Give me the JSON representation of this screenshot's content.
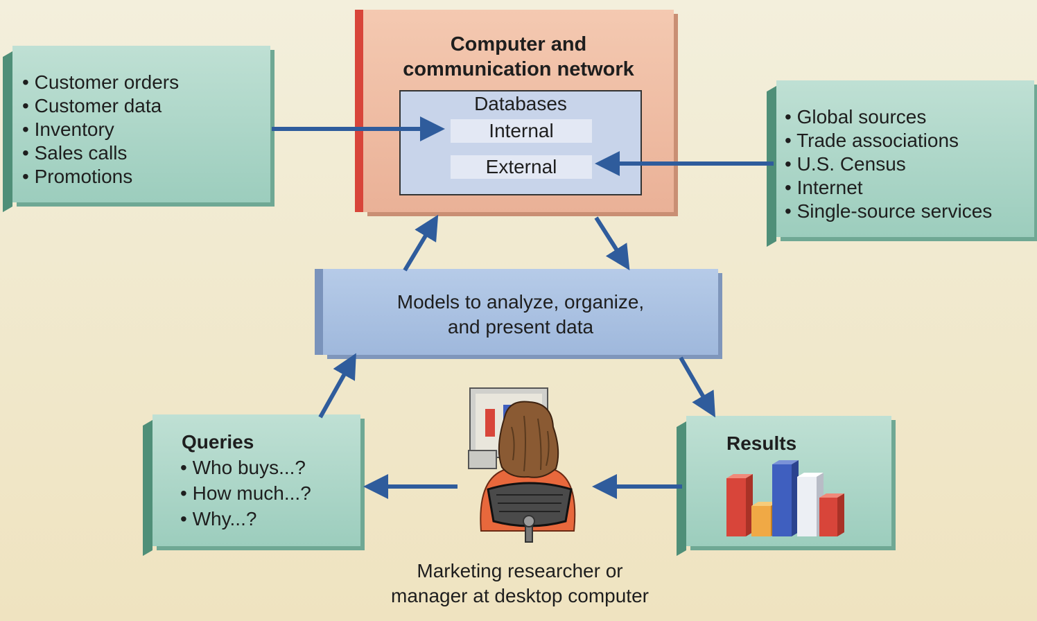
{
  "network": {
    "title_line1": "Computer and",
    "title_line2": "communication network",
    "databases_label": "Databases",
    "internal_label": "Internal",
    "external_label": "External"
  },
  "internal_sources": [
    "Customer orders",
    "Customer data",
    "Inventory",
    "Sales calls",
    "Promotions"
  ],
  "external_sources": [
    "Global sources",
    "Trade associations",
    "U.S. Census",
    "Internet",
    "Single-source services"
  ],
  "models": {
    "line1": "Models to analyze, organize,",
    "line2": "and present data"
  },
  "queries": {
    "title": "Queries",
    "items": [
      "Who buys...?",
      "How much...?",
      "Why...?"
    ]
  },
  "results": {
    "title": "Results"
  },
  "user": {
    "line1": "Marketing researcher or",
    "line2": "manager at desktop computer"
  },
  "colors": {
    "arrow": "#2f5c9c",
    "green_box": "#a6d3c3",
    "network_box": "#efb9a0",
    "network_side": "#d8453a",
    "database_box": "#c8d4ea",
    "models_box": "#a9c1e2"
  }
}
